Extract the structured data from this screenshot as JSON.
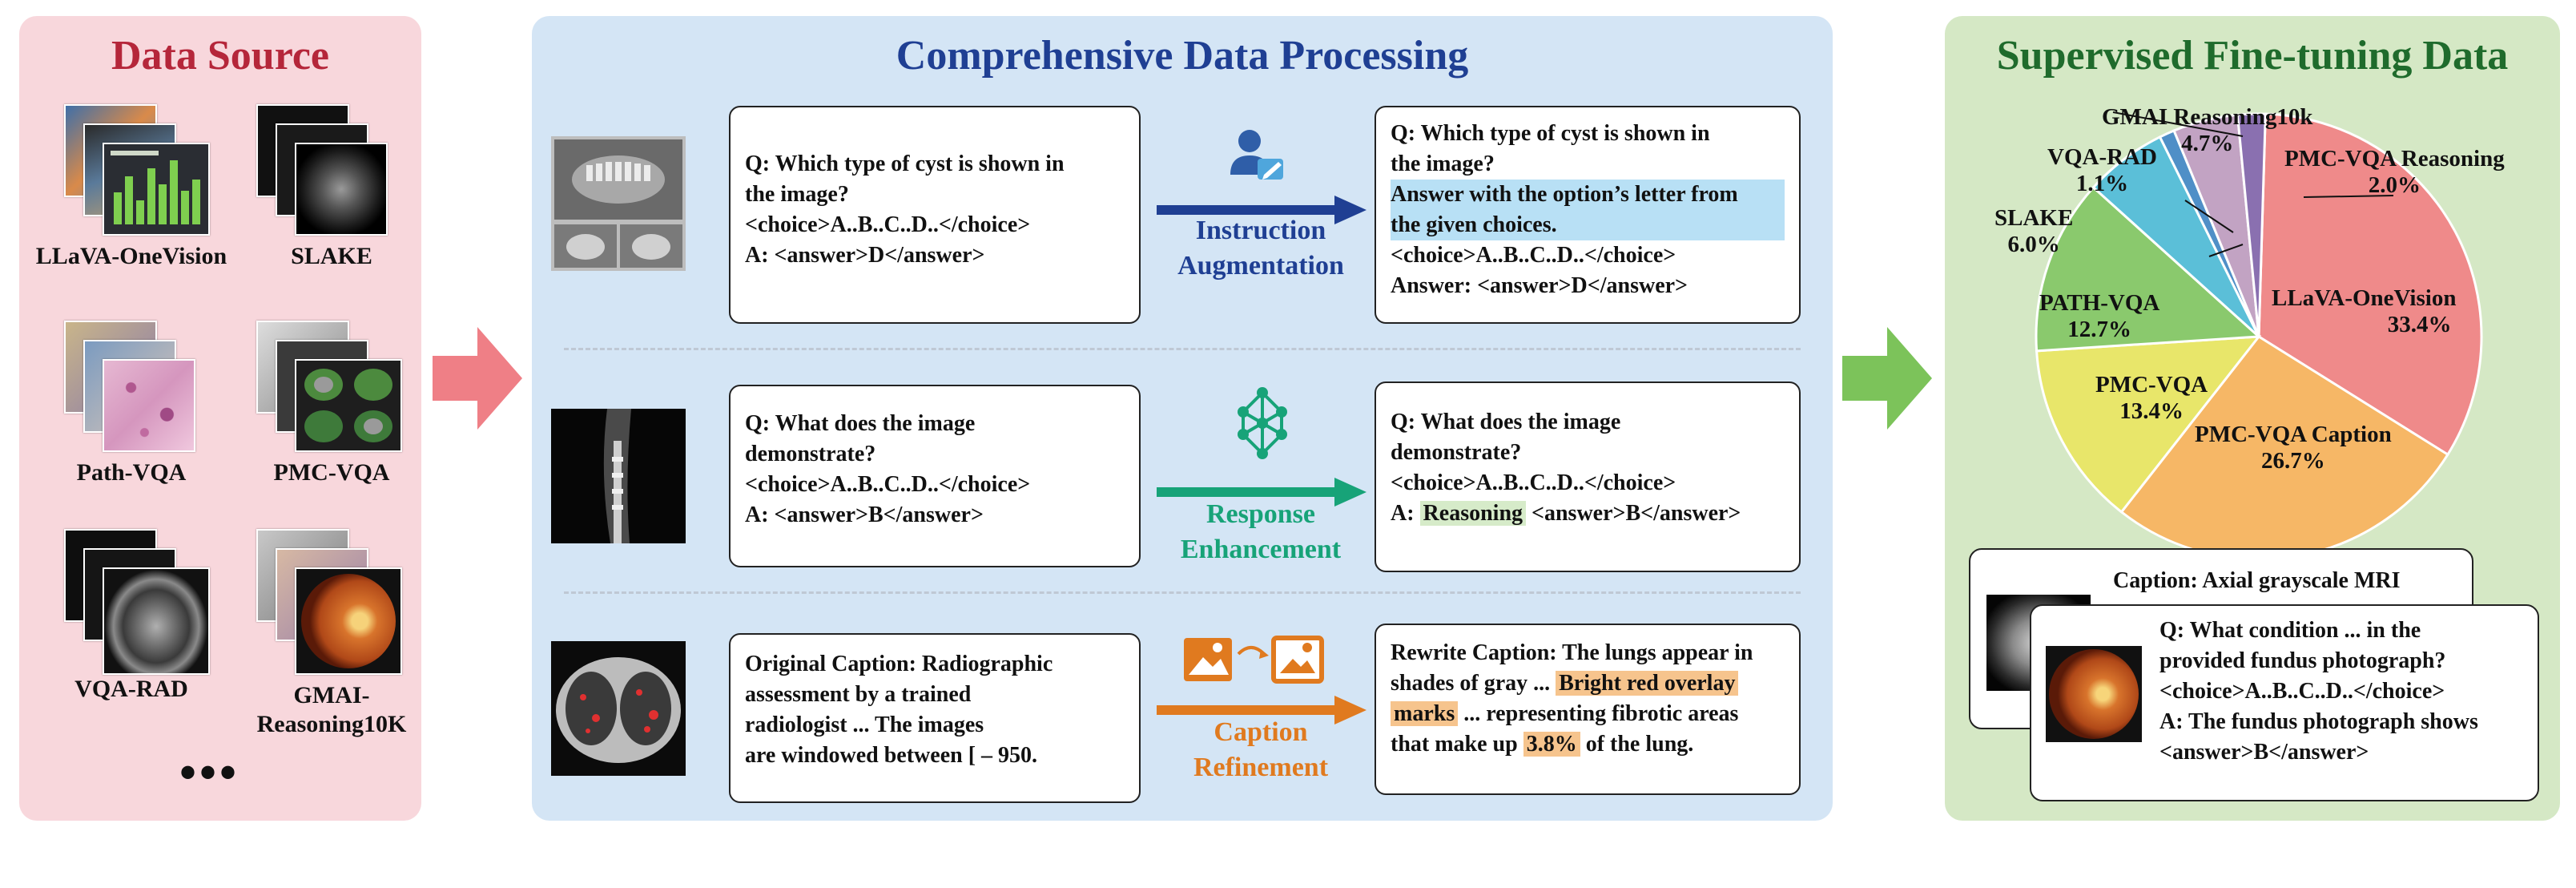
{
  "source": {
    "title": "Data Source",
    "datasets": [
      "LLaVA-OneVision",
      "SLAKE",
      "Path-VQA",
      "PMC-VQA",
      "VQA-RAD",
      "GMAI-",
      "Reasoning10K"
    ],
    "more": "•••"
  },
  "processing": {
    "title": "Comprehensive Data Processing",
    "rows": [
      {
        "input": [
          "Q: Which type of cyst is shown in",
          "the image?",
          "<choice>A..B..C..D..</choice>",
          "A: <answer>D</answer>"
        ],
        "operation": [
          "Instruction",
          "Augmentation"
        ],
        "output": [
          "Q: Which type of cyst is shown in",
          "the image?",
          "Answer with the option’s letter from",
          "the given choices.",
          "<choice>A..B..C..D..</choice>",
          "Answer: <answer>D</answer>"
        ]
      },
      {
        "input": [
          "Q: What does the image",
          "demonstrate?",
          "<choice>A..B..C..D..</choice>",
          "A: <answer>B</answer>"
        ],
        "operation": [
          "Response",
          "Enhancement"
        ],
        "output": [
          "Q: What does the image",
          "demonstrate?",
          "<choice>A..B..C..D..</choice>",
          "A:",
          "Reasoning",
          "<answer>B</answer>"
        ]
      },
      {
        "input": [
          "Original Caption: Radiographic",
          "assessment by a trained",
          "radiologist ... The images",
          "are windowed between [ – 950."
        ],
        "operation": [
          "Caption",
          "Refinement"
        ],
        "output": [
          "Rewrite Caption: The lungs appear in",
          "shades of gray ...",
          "Bright red overlay",
          "marks",
          "... representing fibrotic areas",
          "that make up",
          "3.8%",
          "of the lung."
        ]
      }
    ]
  },
  "sft": {
    "title": "Supervised Fine-tuning Data",
    "caption_card": "Caption: Axial grayscale MRI",
    "qa_card": [
      "Q: What condition ... in the",
      "provided fundus photograph?",
      "<choice>A..B..C..D..</choice>",
      "A: The fundus photograph shows",
      "<answer>B</answer>"
    ]
  },
  "colors": {
    "source_bg": "#f8d7dc",
    "processing_bg": "#d4e5f5",
    "sft_bg": "#d5e8c5",
    "arrow_red": "#ef7f86",
    "arrow_green": "#7cc35a",
    "op_instruction": "#1f3f93",
    "op_response": "#17a378",
    "op_caption": "#e07a1f"
  },
  "chart_data": {
    "type": "pie",
    "title": "",
    "slices": [
      {
        "label": "LLaVA-OneVision",
        "value": 33.4,
        "display": "33.4%",
        "color": "#ef8a8a"
      },
      {
        "label": "PMC-VQA Caption",
        "value": 26.7,
        "display": "26.7%",
        "color": "#f6b766"
      },
      {
        "label": "PMC-VQA",
        "value": 13.4,
        "display": "13.4%",
        "color": "#e8e66a"
      },
      {
        "label": "PATH-VQA",
        "value": 12.7,
        "display": "12.7%",
        "color": "#8ac96d"
      },
      {
        "label": "SLAKE",
        "value": 6.0,
        "display": "6.0%",
        "color": "#5bbfd8"
      },
      {
        "label": "VQA-RAD",
        "value": 1.1,
        "display": "1.1%",
        "color": "#4f8fc7"
      },
      {
        "label": "GMAI Reasoning10k",
        "value": 4.7,
        "display": "4.7%",
        "color": "#c2a3c3"
      },
      {
        "label": "PMC-VQA Reasoning",
        "value": 2.0,
        "display": "2.0%",
        "color": "#8a70b0"
      }
    ]
  }
}
